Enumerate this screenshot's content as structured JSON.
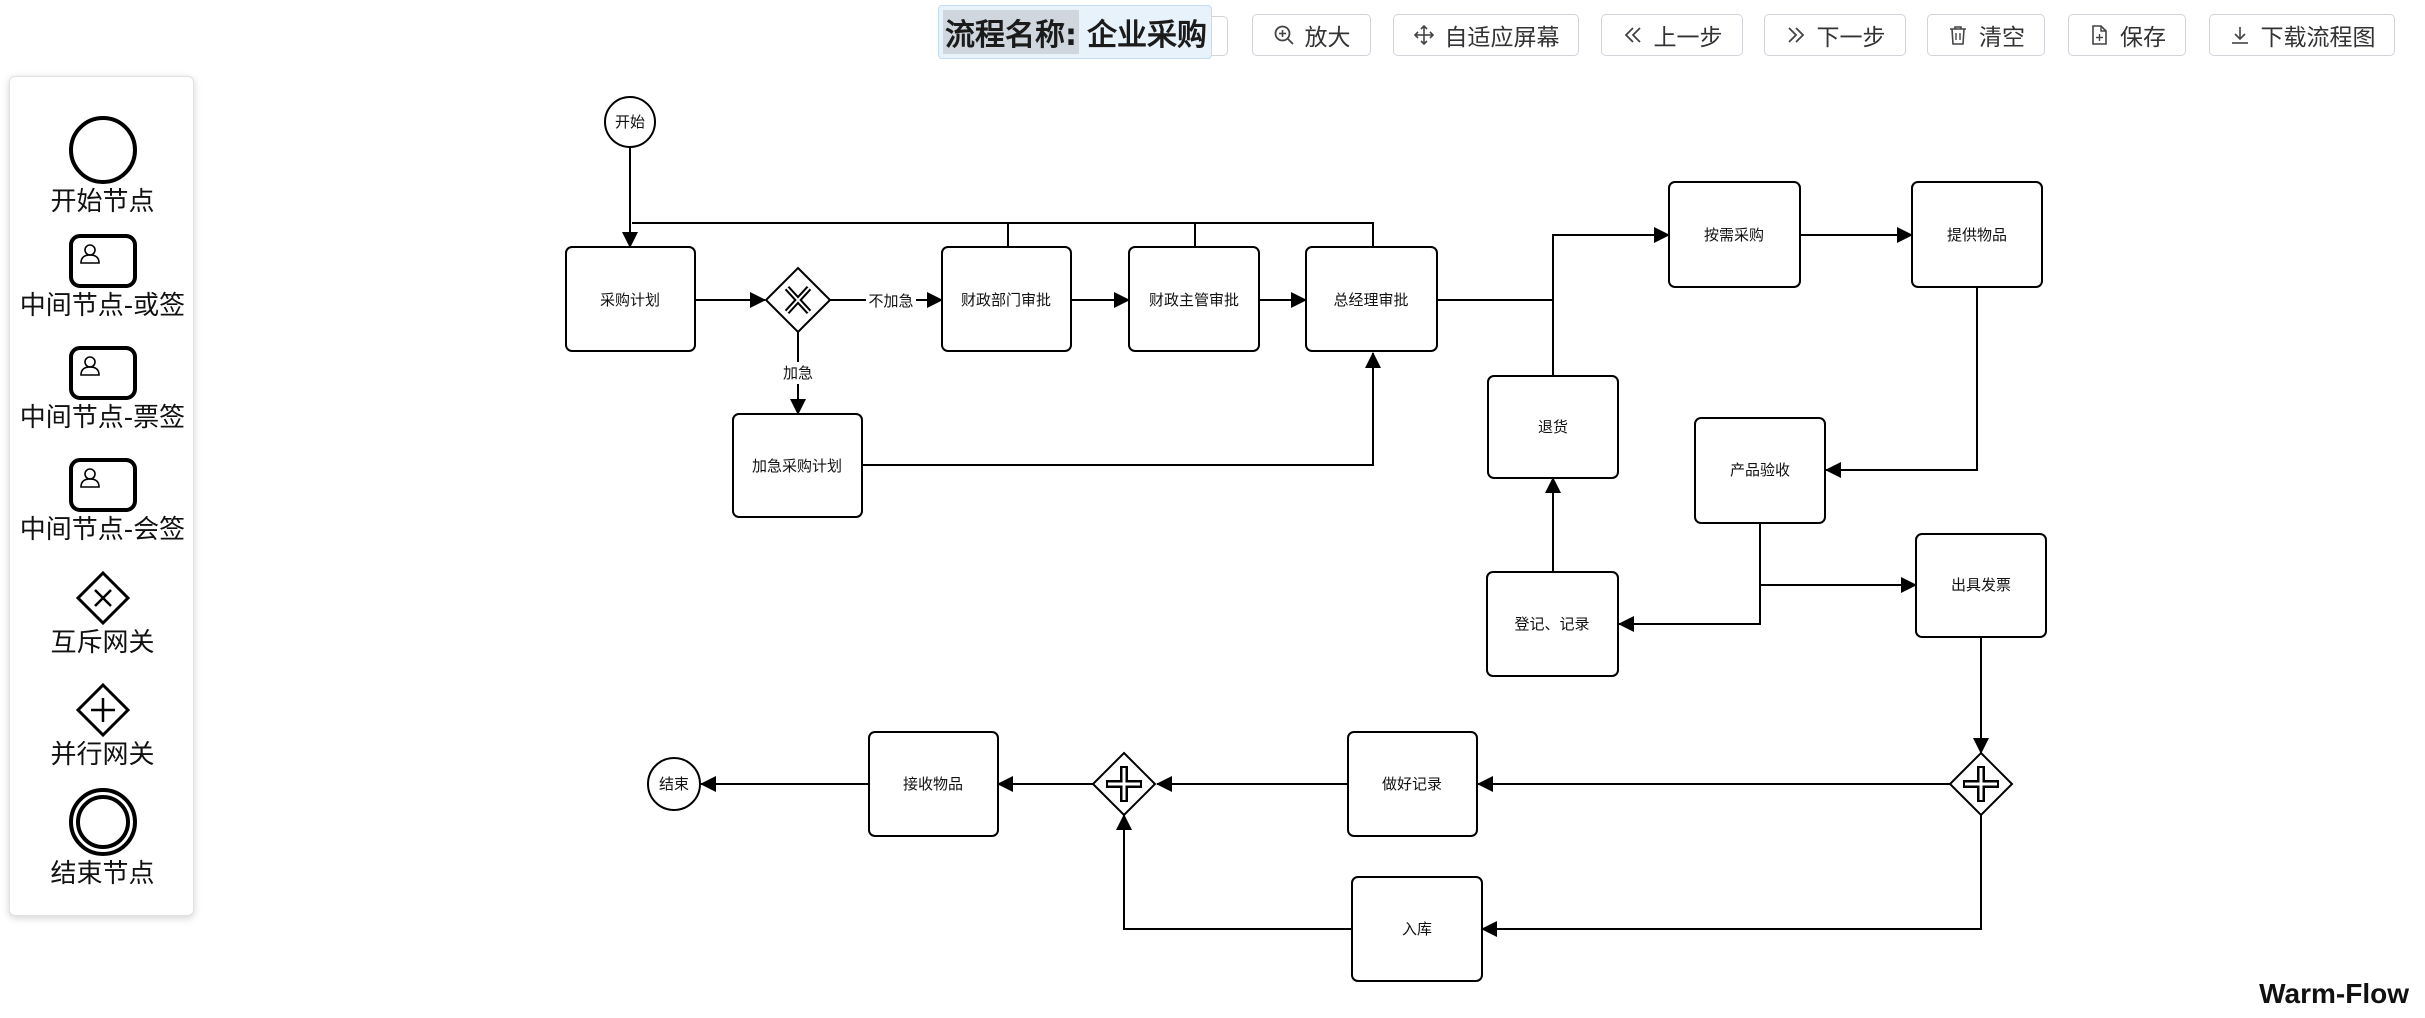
{
  "toolbar": {
    "title_label": "流程名称:",
    "title_value": "企业采购",
    "zoom_in": "放大",
    "fit_screen": "自适应屏幕",
    "undo": "上一步",
    "redo": "下一步",
    "clear": "清空",
    "save": "保存",
    "download": "下载流程图"
  },
  "palette": {
    "start": "开始节点",
    "or_sign": "中间节点-或签",
    "vote_sign": "中间节点-票签",
    "countersign": "中间节点-会签",
    "exclusive_gateway": "互斥网关",
    "parallel_gateway": "并行网关",
    "end": "结束节点"
  },
  "flow": {
    "start": "开始",
    "purchase_plan": "采购计划",
    "urgent_plan": "加急采购计划",
    "finance_dept": "财政部门审批",
    "finance_head": "财政主管审批",
    "gm_approval": "总经理审批",
    "buy_on_demand": "按需采购",
    "provide_goods": "提供物品",
    "return_goods": "退货",
    "product_accept": "产品验收",
    "register": "登记、记录",
    "invoice": "出具发票",
    "make_record": "做好记录",
    "warehouse": "入库",
    "receive_goods": "接收物品",
    "end": "结束",
    "edge_not_urgent": "不加急",
    "edge_urgent": "加急"
  },
  "brand": "Warm-Flow"
}
